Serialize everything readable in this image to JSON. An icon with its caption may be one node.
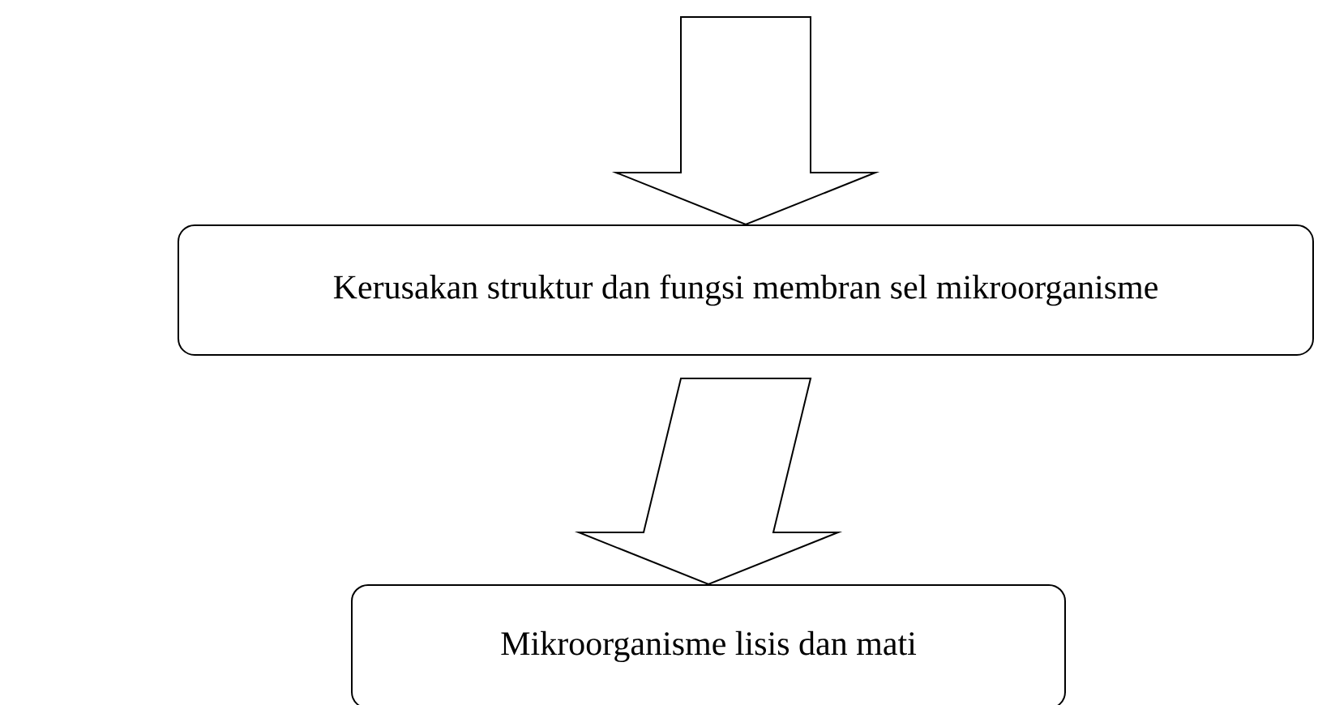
{
  "diagram": {
    "nodes": [
      {
        "text": [
          "Kerusakan struktur dan fungsi membran sel mikroorganisme"
        ]
      },
      {
        "text": [
          "Mikroorganisme lisis dan mati"
        ]
      }
    ],
    "edges": [
      {
        "from": null,
        "to": 0,
        "arrow": "to"
      },
      {
        "from": 0,
        "to": 1,
        "arrow": "to"
      }
    ]
  }
}
